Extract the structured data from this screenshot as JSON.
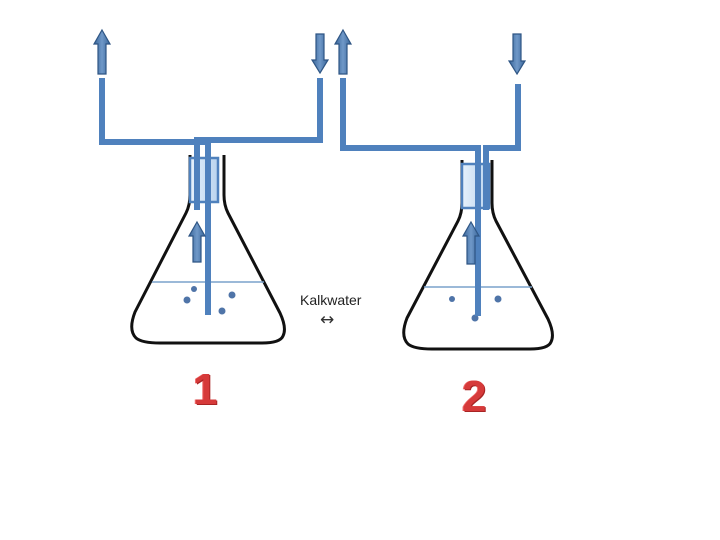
{
  "labels": {
    "limewater": "Kalkwater",
    "exchange_symbol": "↔",
    "flask_1": "1",
    "flask_2": "2"
  },
  "colors": {
    "tube": "#4f81bd",
    "tube_dark": "#385d8a",
    "liquid_line": "#7aa2cc",
    "bubble": "#4f74a8",
    "stopper": "#cfe3f6",
    "flask_outline": "#111111",
    "number_red": "#d63a3a"
  },
  "icons": {
    "arrow_up": "arrow-up-icon",
    "arrow_down": "arrow-down-icon",
    "bubble": "bubble-icon"
  }
}
